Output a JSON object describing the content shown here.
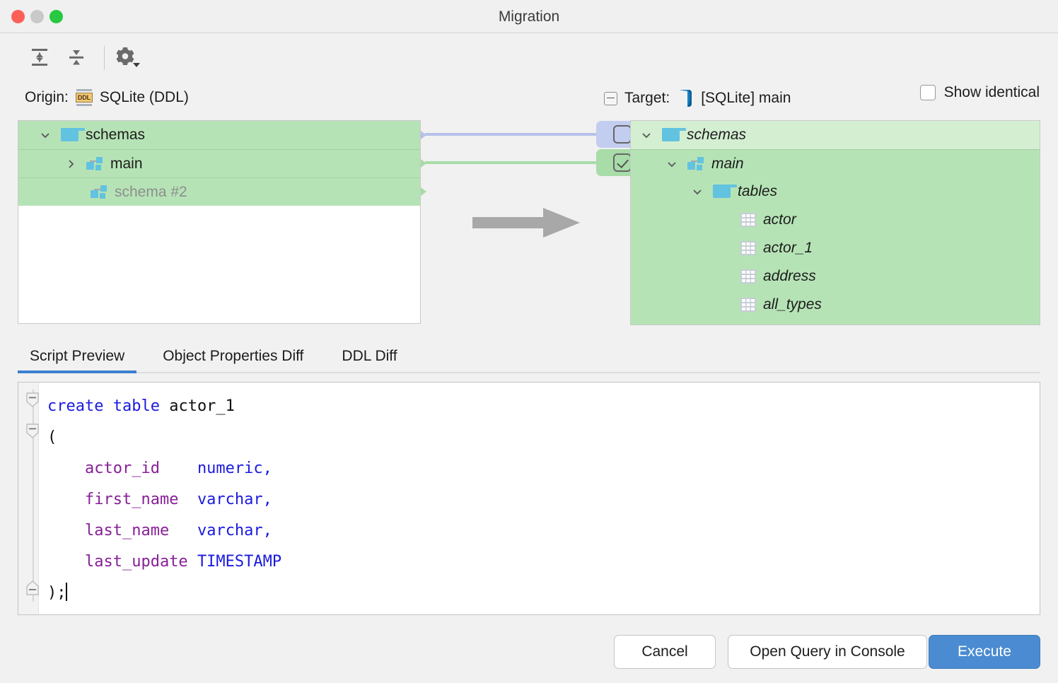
{
  "window": {
    "title": "Migration",
    "traffic_lights": [
      "close-red",
      "minimize-gray",
      "zoom-green"
    ]
  },
  "toolbar": {
    "expand_all_icon": "expand-all-icon",
    "collapse_all_icon": "collapse-all-icon",
    "settings_icon": "gear-dropdown-icon",
    "show_identical_label": "Show identical",
    "show_identical_checked": false
  },
  "origin": {
    "label": "Origin:",
    "icon": "ddl-icon",
    "icon_text": "DDL",
    "name": "SQLite (DDL)",
    "tree": [
      {
        "label": "schemas",
        "icon": "folder-icon",
        "indent": 0,
        "twisty": "down",
        "style": "normal",
        "highlight": "strong"
      },
      {
        "label": "main",
        "icon": "schema-icon",
        "indent": 1,
        "twisty": "right",
        "style": "normal",
        "highlight": "strong"
      },
      {
        "label": "schema #2",
        "icon": "schema-icon",
        "indent": 2,
        "twisty": "none",
        "style": "dim",
        "highlight": "strong"
      }
    ]
  },
  "target": {
    "collapse_icon": "collapse-minus-icon",
    "label": "Target:",
    "icon": "sqlite-icon",
    "name": "[SQLite] main",
    "tree": [
      {
        "label": "schemas",
        "icon": "folder-icon",
        "indent": 0,
        "twisty": "down",
        "style": "italic",
        "highlight": "light"
      },
      {
        "label": "main",
        "icon": "schema-icon",
        "indent": 1,
        "twisty": "down",
        "style": "italic",
        "highlight": "strong"
      },
      {
        "label": "tables",
        "icon": "folder-icon",
        "indent": 2,
        "twisty": "down",
        "style": "italic",
        "highlight": "strong"
      },
      {
        "label": "actor",
        "icon": "table-icon",
        "indent": 3,
        "twisty": "none",
        "style": "italic",
        "highlight": "strong"
      },
      {
        "label": "actor_1",
        "icon": "table-icon",
        "indent": 3,
        "twisty": "none",
        "style": "italic",
        "highlight": "strong"
      },
      {
        "label": "address",
        "icon": "table-icon",
        "indent": 3,
        "twisty": "none",
        "style": "italic",
        "highlight": "strong"
      },
      {
        "label": "all_types",
        "icon": "table-icon",
        "indent": 3,
        "twisty": "none",
        "style": "italic",
        "highlight": "strong"
      }
    ]
  },
  "connectors": {
    "arrow_icon": "migrate-arrow-right-icon",
    "rows": [
      {
        "checked": false,
        "color": "#b6c2ea",
        "for": "schemas"
      },
      {
        "checked": true,
        "color": "#a7dca7",
        "for": "main"
      }
    ]
  },
  "tabs": {
    "items": [
      {
        "label": "Script Preview",
        "active": true
      },
      {
        "label": "Object Properties Diff",
        "active": false
      },
      {
        "label": "DDL Diff",
        "active": false
      }
    ],
    "active_indicator_color": "#3c7fd0"
  },
  "editor": {
    "script": "create table actor_1\n(\n    actor_id    numeric,\n    first_name  varchar,\n    last_name   varchar,\n    last_update TIMESTAMP\n);",
    "lines": [
      {
        "kind": "stmt",
        "keyword": "create table",
        "name": "actor_1"
      },
      {
        "kind": "paren",
        "text": "("
      },
      {
        "kind": "col",
        "name": "actor_id",
        "type": "numeric",
        "comma": ","
      },
      {
        "kind": "col",
        "name": "first_name",
        "type": "varchar",
        "comma": ","
      },
      {
        "kind": "col",
        "name": "last_name",
        "type": "varchar",
        "comma": ","
      },
      {
        "kind": "col",
        "name": "last_update",
        "type": "TIMESTAMP",
        "comma": ""
      },
      {
        "kind": "end",
        "text": ");"
      }
    ],
    "colors": {
      "keyword": "#1a1ae0",
      "identifier": "#111111",
      "column": "#871f97",
      "type": "#1a1ae0"
    },
    "caret_after": ");"
  },
  "footer": {
    "cancel_label": "Cancel",
    "open_console_label": "Open Query in Console",
    "execute_label": "Execute",
    "primary_color": "#4a8bd1"
  }
}
